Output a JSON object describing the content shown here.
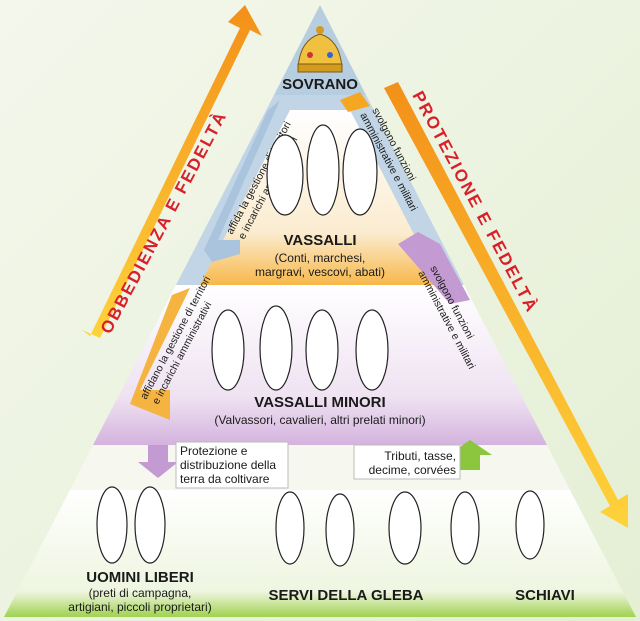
{
  "side_arrows": {
    "left": "OBBEDIENZA E FEDELTÀ",
    "right": "PROTEZIONE E FEDELTÀ"
  },
  "tiers": {
    "sovrano": {
      "title": "SOVRANO"
    },
    "vassalli": {
      "title": "VASSALLI",
      "subtitle_line1": "(Conti, marchesi,",
      "subtitle_line2": "margravi, vescovi, abati)"
    },
    "vassalli_minori": {
      "title": "VASSALLI MINORI",
      "subtitle": "(Valvassori, cavalieri, altri prelati minori)"
    },
    "uomini_liberi": {
      "title": "UOMINI LIBERI",
      "subtitle_line1": "(preti di campagna,",
      "subtitle_line2": "artigiani, piccoli proprietari)"
    },
    "servi": {
      "title": "SERVI DELLA GLEBA"
    },
    "schiavi": {
      "title": "SCHIAVI"
    }
  },
  "flows": {
    "sovrano_down_1": "affida la gestione di territori",
    "sovrano_down_2": "e incarichi amministrativi",
    "vassalli_up_1": "svolgono funzioni",
    "vassalli_up_2": "amministrative e militari",
    "vassalli_down_1": "affidano la gestione di territori",
    "vassalli_down_2": "e incarichi amministrativi",
    "minori_up_1": "svolgono funzioni",
    "minori_up_2": "amministrative e militari",
    "protezione_1": "Protezione e",
    "protezione_2": "distribuzione della",
    "protezione_3": "terra da coltivare",
    "tributi_1": "Tributi, tasse,",
    "tributi_2": "decime, corvées"
  },
  "colors": {
    "orange": "#f5a623",
    "red_text": "#d8202a",
    "blue": "#a9c4dc",
    "purple": "#c9a6d6",
    "green": "#8cc63f"
  }
}
